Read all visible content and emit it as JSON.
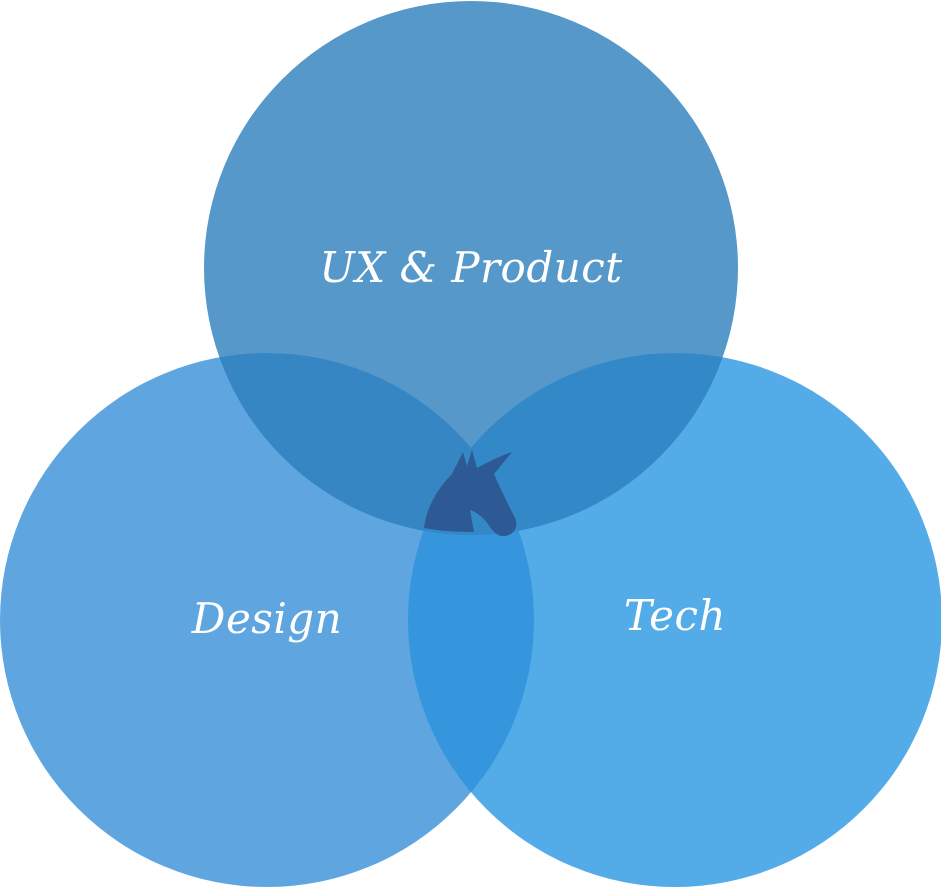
{
  "diagram": {
    "type": "venn-3",
    "circles": [
      {
        "key": "top",
        "label": "UX & Product",
        "color": "#5698c9"
      },
      {
        "key": "left",
        "label": "Design",
        "color": "#5fa6e0"
      },
      {
        "key": "right",
        "label": "Tech",
        "color": "#53abe8"
      }
    ],
    "overlap_colors": {
      "top_left": "#3686c3",
      "top_right": "#3388c7",
      "left_right": "#3596de"
    },
    "center_icon": {
      "name": "unicorn-icon",
      "color": "#2d5a94"
    }
  }
}
